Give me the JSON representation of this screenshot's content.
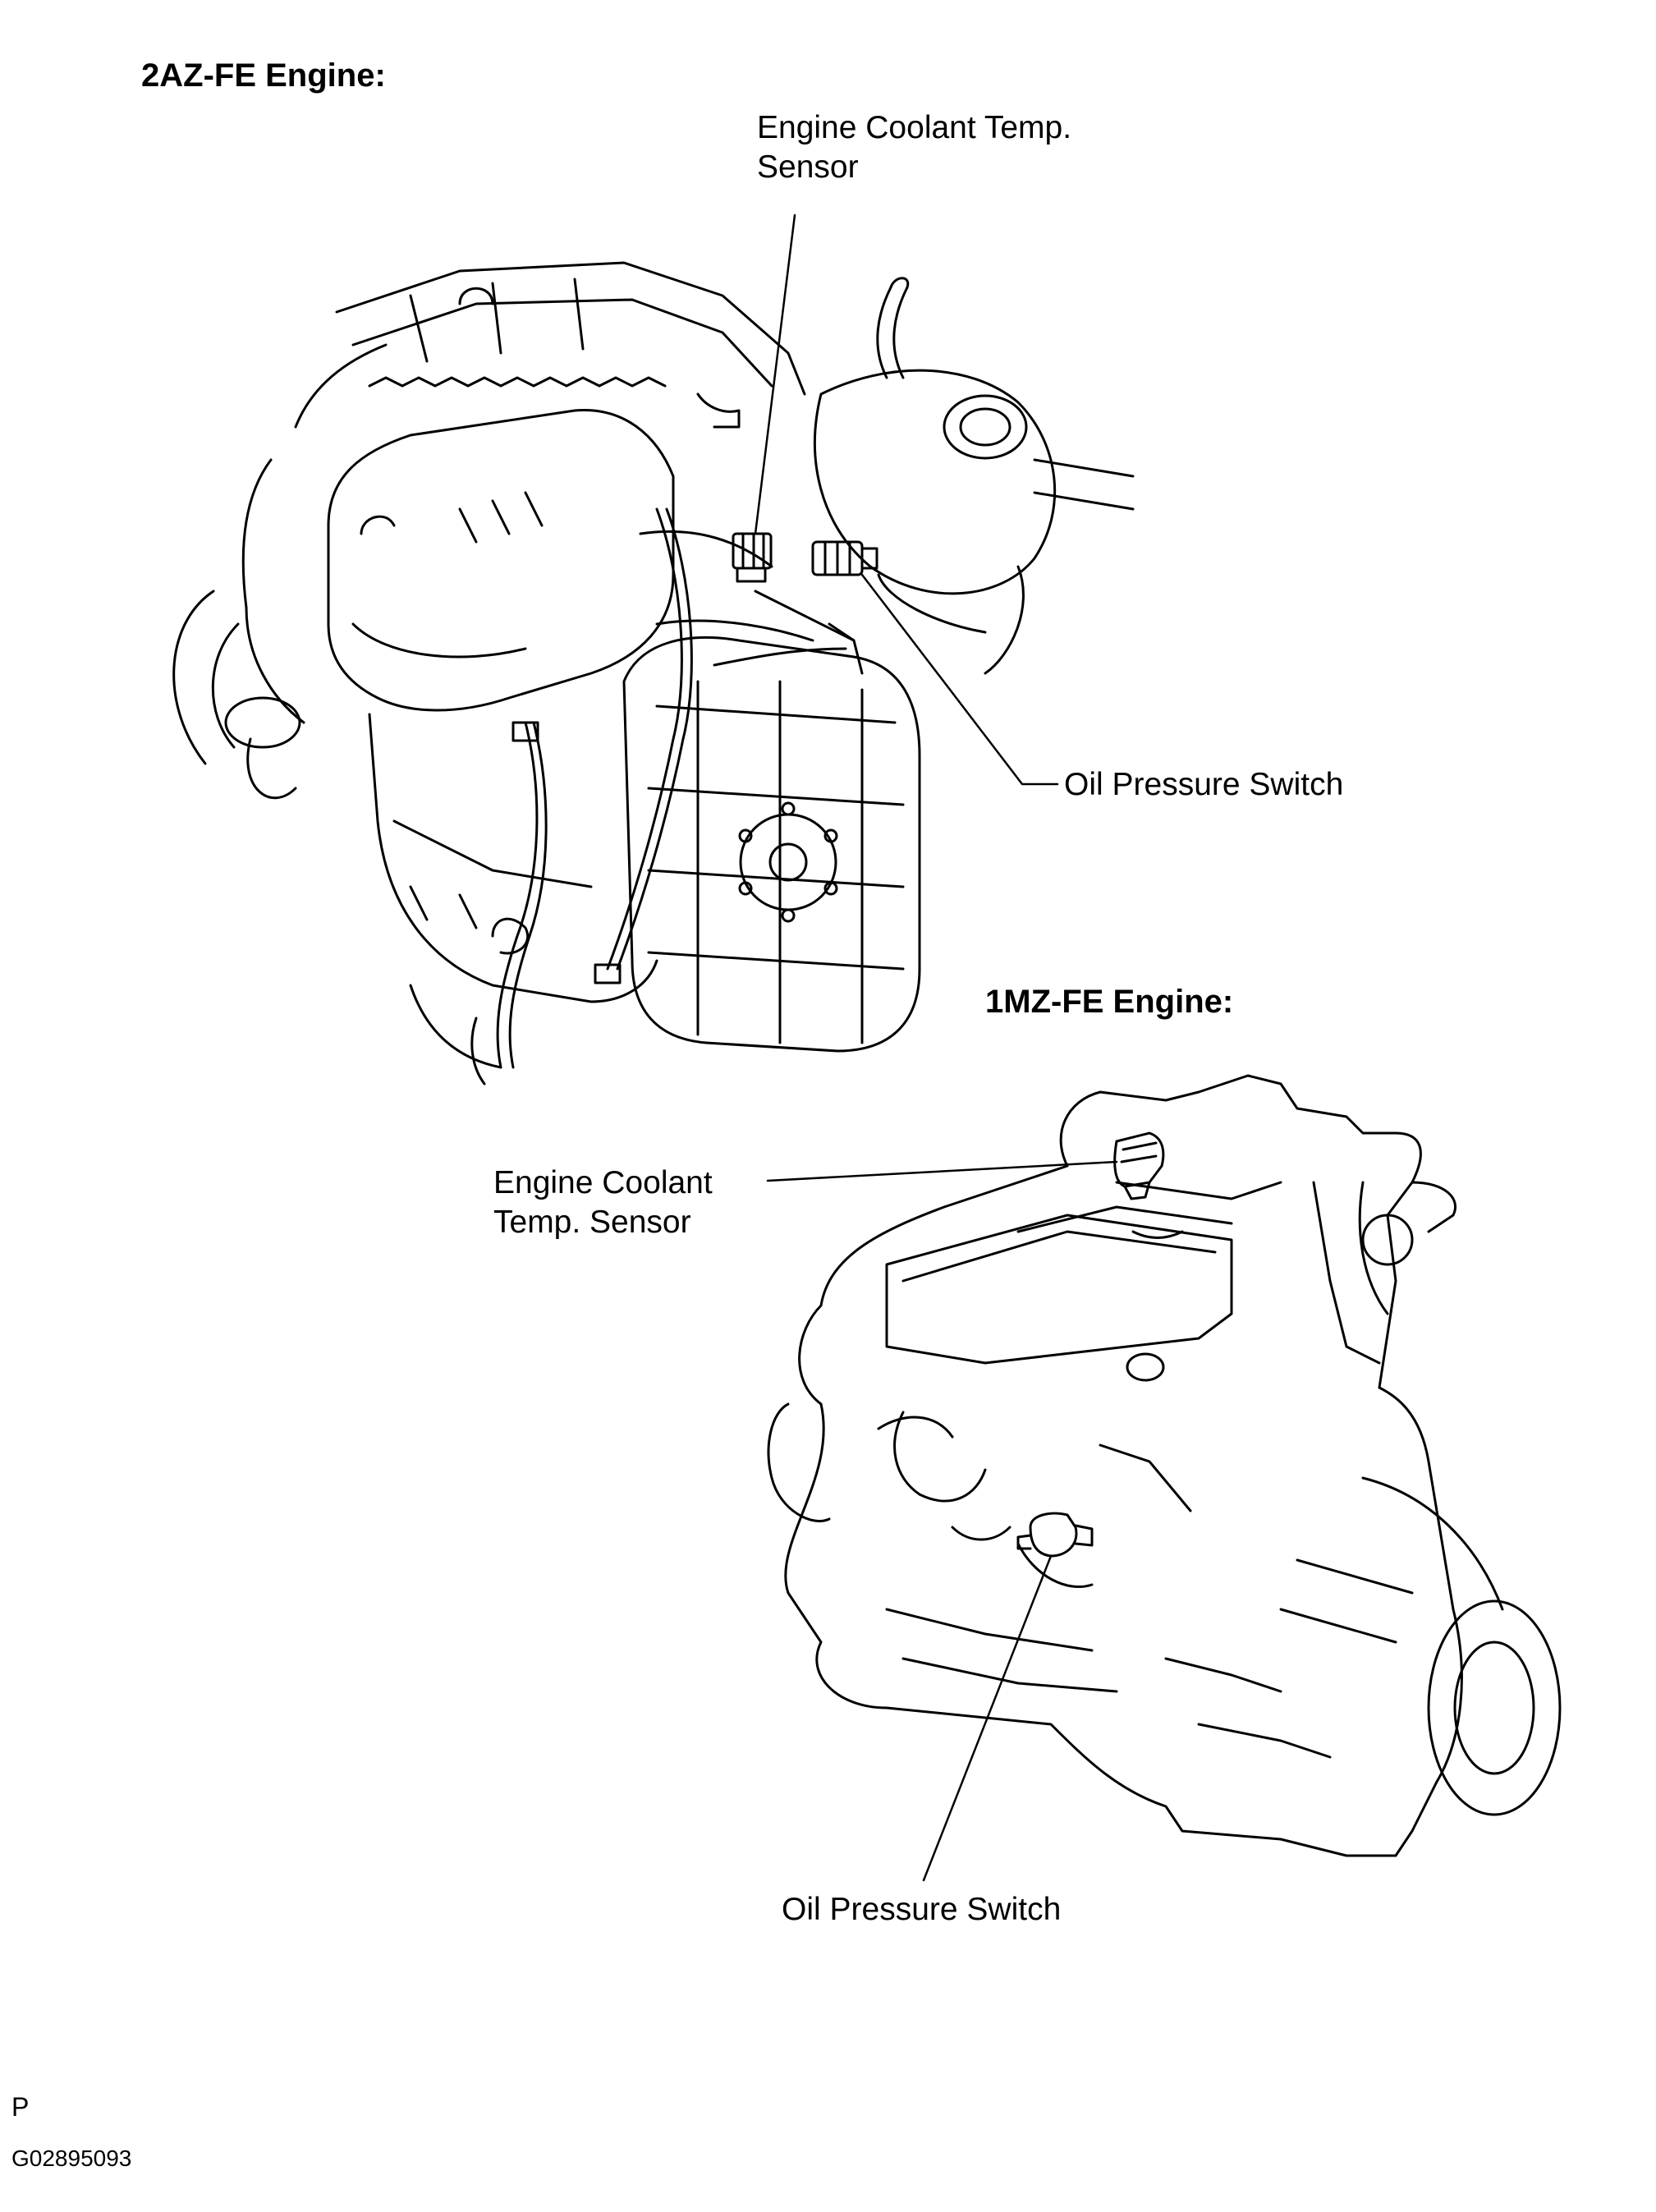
{
  "sections": [
    {
      "heading": "2AZ-FE  Engine:",
      "callouts": {
        "coolant_sensor": [
          "Engine Coolant Temp.",
          "Sensor"
        ],
        "oil_switch": [
          "Oil Pressure Switch"
        ]
      }
    },
    {
      "heading": "1MZ-FE  Engine:",
      "callouts": {
        "coolant_sensor": [
          "Engine Coolant",
          "Temp. Sensor"
        ],
        "oil_switch": [
          "Oil Pressure Switch"
        ]
      }
    }
  ],
  "footer": {
    "section_letter": "P",
    "figure_code": "G02895093"
  },
  "colors": {
    "line": "#000000",
    "background": "#ffffff"
  }
}
